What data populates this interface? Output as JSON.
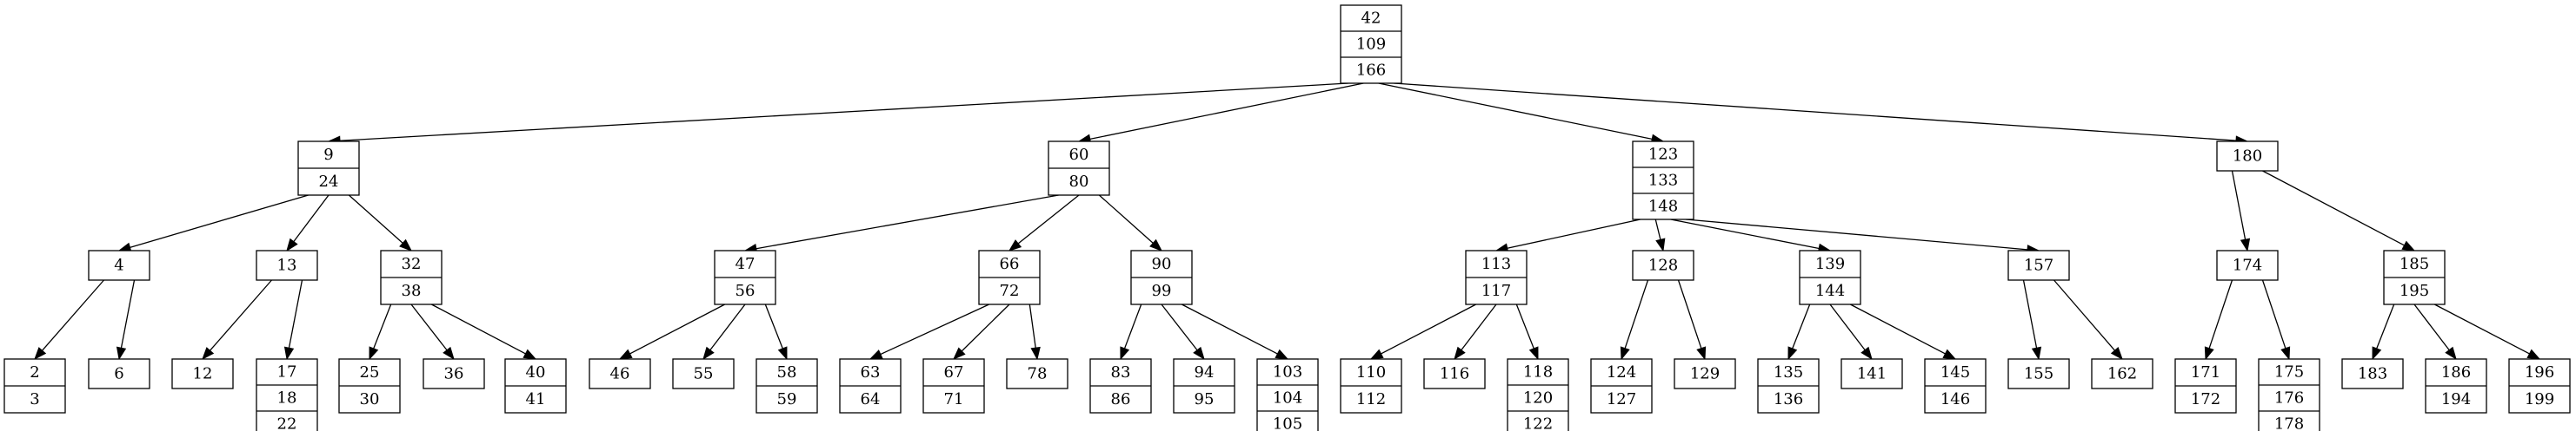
{
  "tree": {
    "colors": {
      "line": "#000000",
      "fill": "#ffffff",
      "text": "#000000"
    },
    "nodes": [
      {
        "id": "n42",
        "keys": [
          "42",
          "109",
          "166"
        ],
        "children": [
          "n9",
          "n60",
          "n123",
          "n180"
        ]
      },
      {
        "id": "n9",
        "keys": [
          "9",
          "24"
        ],
        "children": [
          "n4",
          "n13",
          "n32"
        ]
      },
      {
        "id": "n60",
        "keys": [
          "60",
          "80"
        ],
        "children": [
          "n47",
          "n66",
          "n90"
        ]
      },
      {
        "id": "n123",
        "keys": [
          "123",
          "133",
          "148"
        ],
        "children": [
          "n113",
          "n128",
          "n139",
          "n157"
        ]
      },
      {
        "id": "n180",
        "keys": [
          "180"
        ],
        "children": [
          "n174",
          "n185"
        ]
      },
      {
        "id": "n4",
        "keys": [
          "4"
        ],
        "children": [
          "n2",
          "n6"
        ]
      },
      {
        "id": "n13",
        "keys": [
          "13"
        ],
        "children": [
          "n12",
          "n17"
        ]
      },
      {
        "id": "n32",
        "keys": [
          "32",
          "38"
        ],
        "children": [
          "n25",
          "n36",
          "n40"
        ]
      },
      {
        "id": "n47",
        "keys": [
          "47",
          "56"
        ],
        "children": [
          "n46",
          "n55",
          "n58"
        ]
      },
      {
        "id": "n66",
        "keys": [
          "66",
          "72"
        ],
        "children": [
          "n63",
          "n67",
          "n78"
        ]
      },
      {
        "id": "n90",
        "keys": [
          "90",
          "99"
        ],
        "children": [
          "n83",
          "n94",
          "n103"
        ]
      },
      {
        "id": "n113",
        "keys": [
          "113",
          "117"
        ],
        "children": [
          "n110",
          "n116",
          "n118"
        ]
      },
      {
        "id": "n128",
        "keys": [
          "128"
        ],
        "children": [
          "n124",
          "n129"
        ]
      },
      {
        "id": "n139",
        "keys": [
          "139",
          "144"
        ],
        "children": [
          "n135",
          "n141",
          "n145"
        ]
      },
      {
        "id": "n157",
        "keys": [
          "157"
        ],
        "children": [
          "n155",
          "n162"
        ]
      },
      {
        "id": "n174",
        "keys": [
          "174"
        ],
        "children": [
          "n171",
          "n175"
        ]
      },
      {
        "id": "n185",
        "keys": [
          "185",
          "195"
        ],
        "children": [
          "n183",
          "n186",
          "n196"
        ]
      },
      {
        "id": "n2",
        "keys": [
          "2",
          "3"
        ],
        "children": []
      },
      {
        "id": "n6",
        "keys": [
          "6"
        ],
        "children": []
      },
      {
        "id": "n12",
        "keys": [
          "12"
        ],
        "children": []
      },
      {
        "id": "n17",
        "keys": [
          "17",
          "18",
          "22"
        ],
        "children": []
      },
      {
        "id": "n25",
        "keys": [
          "25",
          "30"
        ],
        "children": []
      },
      {
        "id": "n36",
        "keys": [
          "36"
        ],
        "children": []
      },
      {
        "id": "n40",
        "keys": [
          "40",
          "41"
        ],
        "children": []
      },
      {
        "id": "n46",
        "keys": [
          "46"
        ],
        "children": []
      },
      {
        "id": "n55",
        "keys": [
          "55"
        ],
        "children": []
      },
      {
        "id": "n58",
        "keys": [
          "58",
          "59"
        ],
        "children": []
      },
      {
        "id": "n63",
        "keys": [
          "63",
          "64"
        ],
        "children": []
      },
      {
        "id": "n67",
        "keys": [
          "67",
          "71"
        ],
        "children": []
      },
      {
        "id": "n78",
        "keys": [
          "78"
        ],
        "children": []
      },
      {
        "id": "n83",
        "keys": [
          "83",
          "86"
        ],
        "children": []
      },
      {
        "id": "n94",
        "keys": [
          "94",
          "95"
        ],
        "children": []
      },
      {
        "id": "n103",
        "keys": [
          "103",
          "104",
          "105"
        ],
        "children": []
      },
      {
        "id": "n110",
        "keys": [
          "110",
          "112"
        ],
        "children": []
      },
      {
        "id": "n116",
        "keys": [
          "116"
        ],
        "children": []
      },
      {
        "id": "n118",
        "keys": [
          "118",
          "120",
          "122"
        ],
        "children": []
      },
      {
        "id": "n124",
        "keys": [
          "124",
          "127"
        ],
        "children": []
      },
      {
        "id": "n129",
        "keys": [
          "129"
        ],
        "children": []
      },
      {
        "id": "n135",
        "keys": [
          "135",
          "136"
        ],
        "children": []
      },
      {
        "id": "n141",
        "keys": [
          "141"
        ],
        "children": []
      },
      {
        "id": "n145",
        "keys": [
          "145",
          "146"
        ],
        "children": []
      },
      {
        "id": "n155",
        "keys": [
          "155"
        ],
        "children": []
      },
      {
        "id": "n162",
        "keys": [
          "162"
        ],
        "children": []
      },
      {
        "id": "n171",
        "keys": [
          "171",
          "172"
        ],
        "children": []
      },
      {
        "id": "n175",
        "keys": [
          "175",
          "176",
          "178"
        ],
        "children": []
      },
      {
        "id": "n183",
        "keys": [
          "183"
        ],
        "children": []
      },
      {
        "id": "n186",
        "keys": [
          "186",
          "194"
        ],
        "children": []
      },
      {
        "id": "n196",
        "keys": [
          "196",
          "199"
        ],
        "children": []
      }
    ]
  }
}
